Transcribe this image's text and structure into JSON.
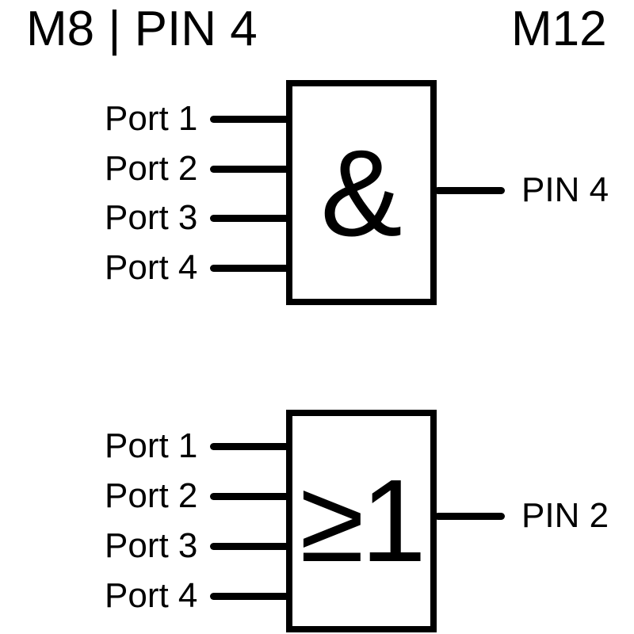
{
  "header": {
    "left": "M8 | PIN 4",
    "right": "M12"
  },
  "gates": [
    {
      "type": "and",
      "symbol": "&",
      "inputs": [
        "Port 1",
        "Port 2",
        "Port 3",
        "Port 4"
      ],
      "output": "PIN 4"
    },
    {
      "type": "or",
      "symbol": "≥1",
      "inputs": [
        "Port 1",
        "Port 2",
        "Port 3",
        "Port 4"
      ],
      "output": "PIN 2"
    }
  ],
  "colors": {
    "ink": "#000000",
    "background": "#ffffff"
  }
}
